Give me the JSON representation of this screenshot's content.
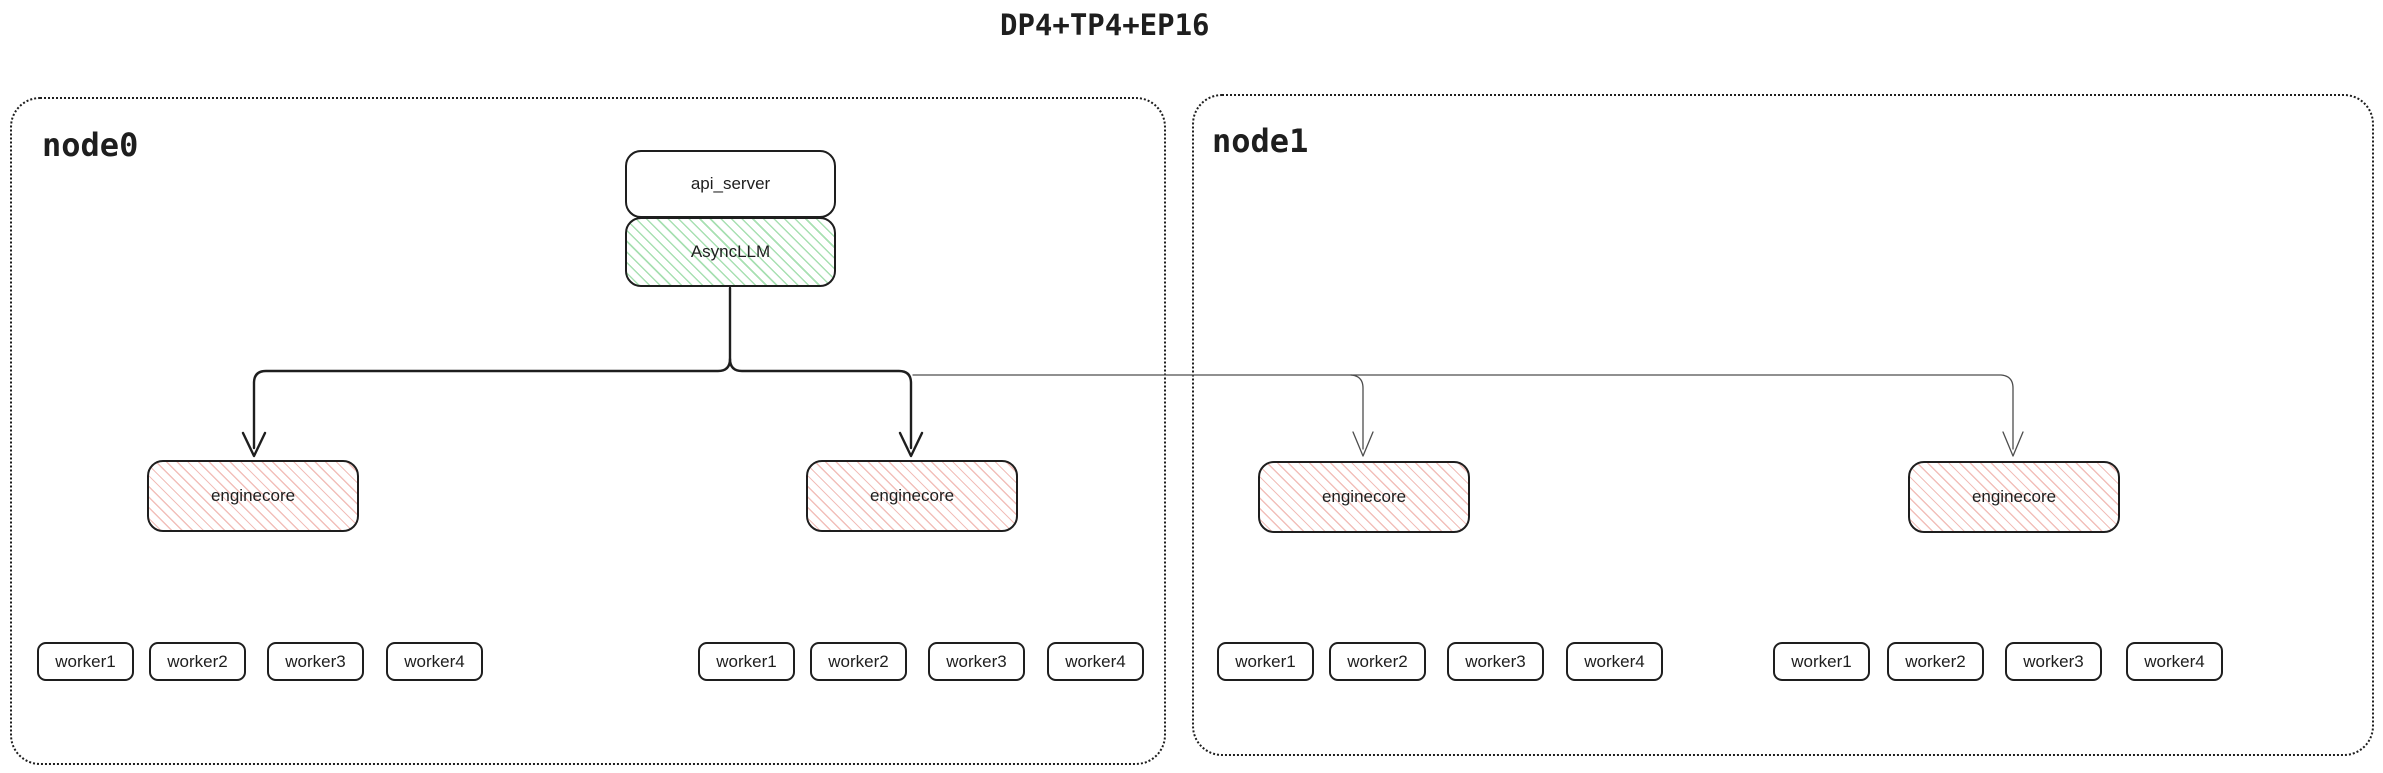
{
  "title": "DP4+TP4+EP16",
  "colors": {
    "stroke": "#1e1e1e",
    "thin_stroke": "#4d4d4d",
    "green_hatch": "#a8e0b2",
    "red_hatch": "#f2bfba"
  },
  "nodes": {
    "node0": {
      "label": "node0",
      "api_server": "api_server",
      "async_llm": "AsyncLLM",
      "enginecores": [
        "enginecore",
        "enginecore"
      ],
      "worker_groups": [
        [
          "worker1",
          "worker2",
          "worker3",
          "worker4"
        ],
        [
          "worker1",
          "worker2",
          "worker3",
          "worker4"
        ]
      ]
    },
    "node1": {
      "label": "node1",
      "enginecores": [
        "enginecore",
        "enginecore"
      ],
      "worker_groups": [
        [
          "worker1",
          "worker2",
          "worker3",
          "worker4"
        ],
        [
          "worker1",
          "worker2",
          "worker3",
          "worker4"
        ]
      ]
    }
  }
}
